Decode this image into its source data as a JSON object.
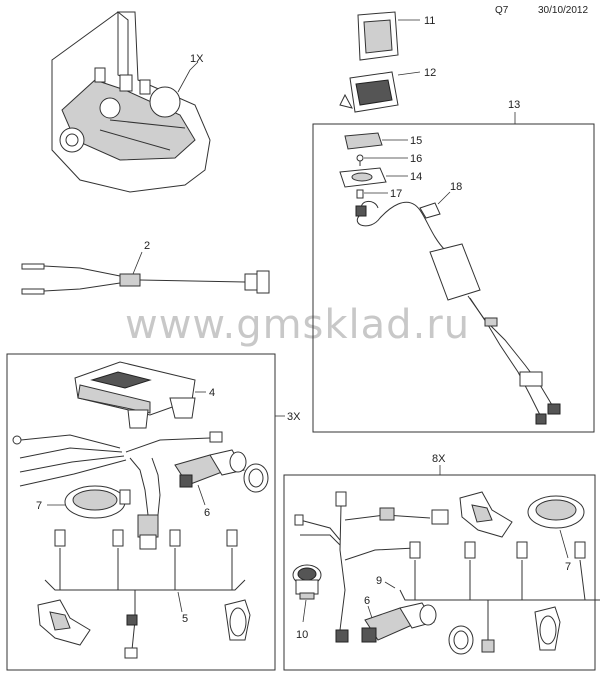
{
  "header": {
    "code": "Q7",
    "date": "30/10/2012"
  },
  "watermark": "www.gmsklad.ru",
  "callouts": {
    "p1": "1X",
    "p2": "2",
    "p3": "3X",
    "p4": "4",
    "p5": "5",
    "p6a": "6",
    "p6b": "6",
    "p7a": "7",
    "p7b": "7",
    "p8": "8X",
    "p9": "9",
    "p10": "10",
    "p11": "11",
    "p12": "12",
    "p13": "13",
    "p14": "14",
    "p15": "15",
    "p16": "16",
    "p17": "17",
    "p18": "18"
  }
}
